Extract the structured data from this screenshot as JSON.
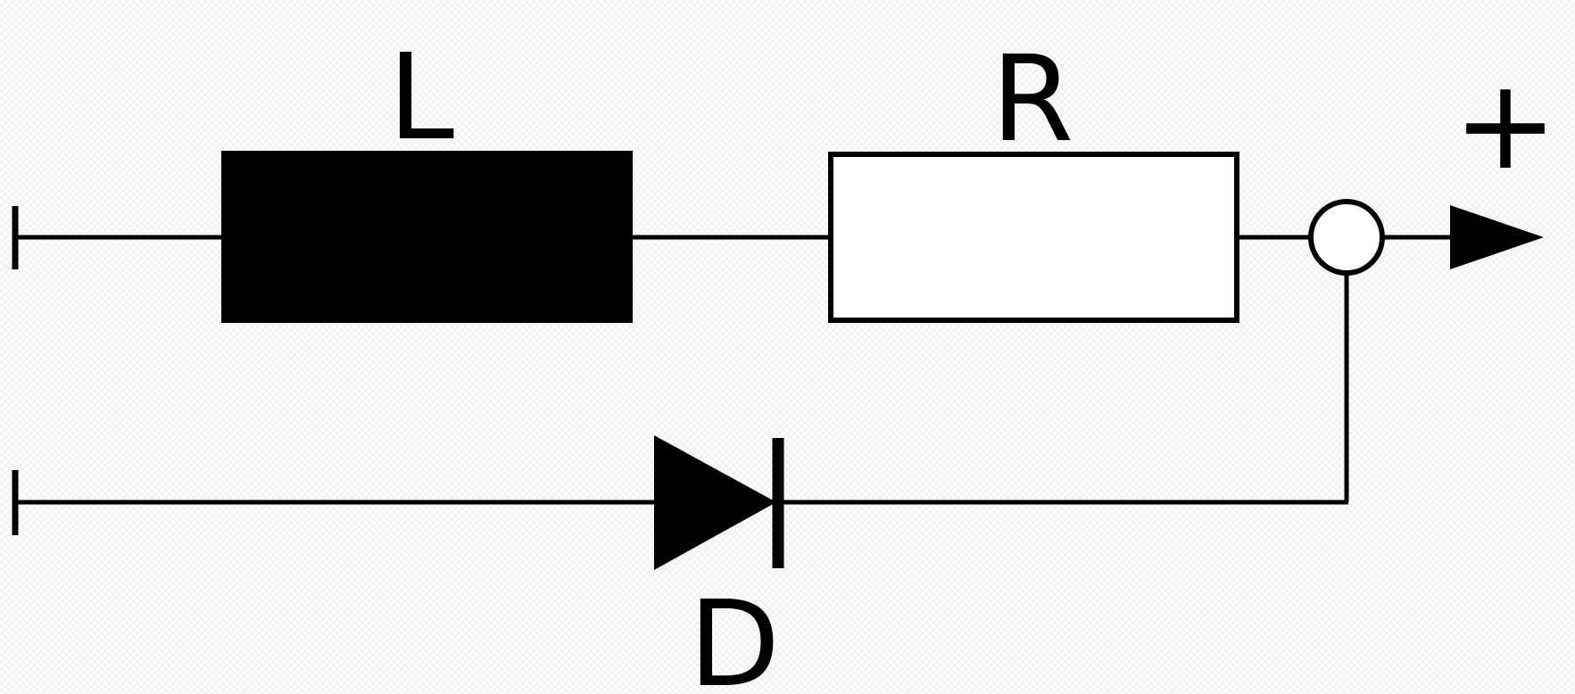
{
  "labels": {
    "inductor": "L",
    "resistor": "R",
    "diode": "D",
    "output_sign": "+"
  },
  "colors": {
    "stroke": "#000000",
    "fill_inductor": "#000000",
    "fill_resistor": "#ffffff",
    "node_fill": "#ffffff"
  }
}
